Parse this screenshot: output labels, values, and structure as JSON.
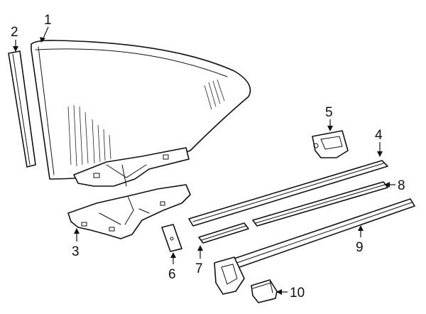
{
  "callouts": [
    {
      "id": "1",
      "label": "1"
    },
    {
      "id": "2",
      "label": "2"
    },
    {
      "id": "3",
      "label": "3"
    },
    {
      "id": "4",
      "label": "4"
    },
    {
      "id": "5",
      "label": "5"
    },
    {
      "id": "6",
      "label": "6"
    },
    {
      "id": "7",
      "label": "7"
    },
    {
      "id": "8",
      "label": "8"
    },
    {
      "id": "9",
      "label": "9"
    },
    {
      "id": "10",
      "label": "10"
    }
  ],
  "colors": {
    "line": "#111111",
    "background": "#ffffff"
  }
}
